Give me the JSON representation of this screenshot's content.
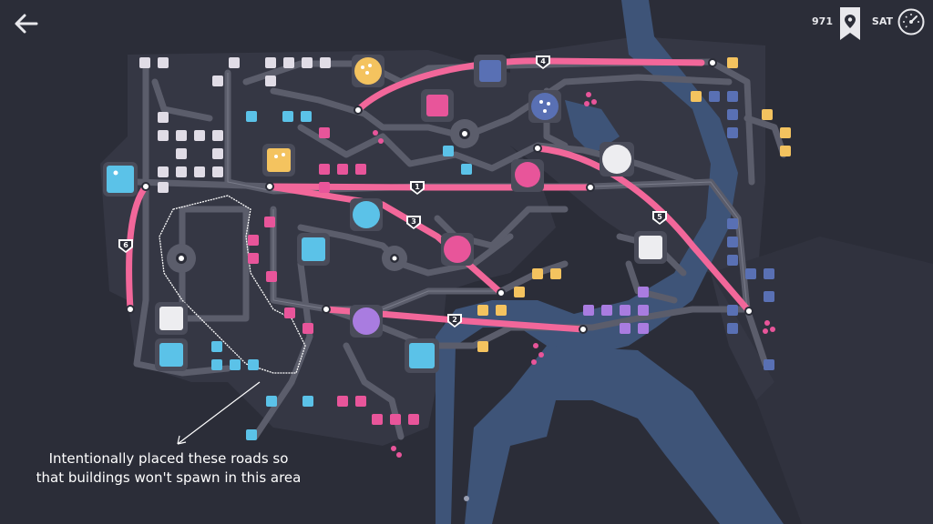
{
  "hud": {
    "score": "971",
    "day": "SAT",
    "icons": {
      "back": "back-arrow-icon",
      "pin": "location-pin-icon",
      "clock": "speedometer-clock-icon"
    }
  },
  "annotation": {
    "line1": "Intentionally placed these roads so",
    "line2": "that buildings won't spawn in this area"
  },
  "motorways": [
    {
      "label": "1"
    },
    {
      "label": "2"
    },
    {
      "label": "3"
    },
    {
      "label": "4"
    },
    {
      "label": "5"
    },
    {
      "label": "6"
    }
  ],
  "colors": {
    "background": "#2b2d38",
    "land": "#3a3c49",
    "road": "#5b5d6b",
    "river": "#3e5478",
    "motorway": "#f2679a",
    "yellow": "#f4c35f",
    "pink": "#e8559a",
    "blue": "#5bc2e8",
    "purple": "#a97ce0",
    "white": "#ededf0",
    "orange": "#f2b45a"
  }
}
